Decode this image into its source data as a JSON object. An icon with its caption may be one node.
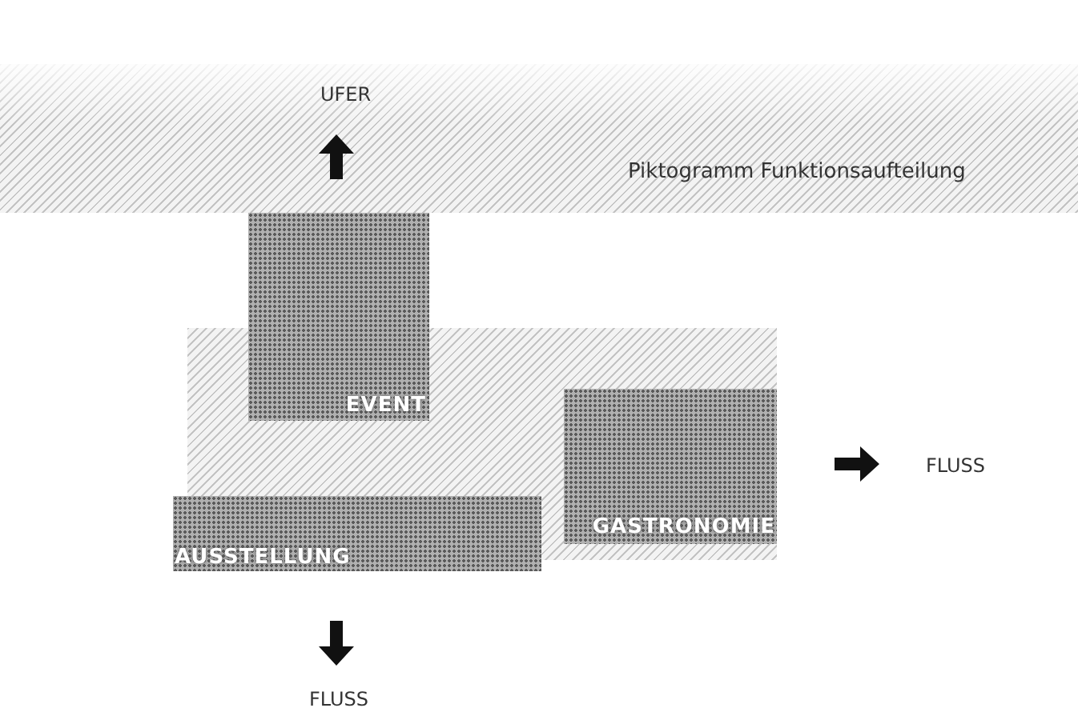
{
  "diagram": {
    "title": "Piktogramm Funktionsaufteilung",
    "nodes": [
      {
        "text": [],
        "shape": "box"
      },
      {
        "text": [
          "EVENT"
        ]
      },
      {
        "text": [
          "GASTRONOMIE"
        ],
        "in": 0
      },
      {
        "text": [
          "AUSSTELLUNG"
        ]
      }
    ],
    "labels": [
      "UFER",
      "FLUSS",
      "FLUSS"
    ]
  }
}
